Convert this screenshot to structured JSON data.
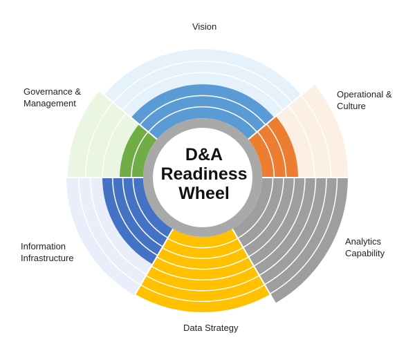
{
  "center": {
    "line1": "D&A",
    "line2": "Readiness",
    "line3": "Wheel"
  },
  "segments": [
    {
      "id": "vision",
      "label_lines": [
        "Vision"
      ],
      "inner_color": "#5B9BD5",
      "outer_color": "#E6F2FB"
    },
    {
      "id": "operational",
      "label_lines": [
        "Operational &",
        "Culture"
      ],
      "inner_color": "#ED7D31",
      "outer_color": "#FCEFE4"
    },
    {
      "id": "analytics",
      "label_lines": [
        "Analytics",
        "Capability"
      ],
      "inner_color": "#9E9E9E",
      "outer_color": "#9E9E9E"
    },
    {
      "id": "data-strategy",
      "label_lines": [
        "Data Strategy"
      ],
      "inner_color": "#FFC000",
      "outer_color": "#FFC000"
    },
    {
      "id": "information",
      "label_lines": [
        "Information",
        "Infrastructure"
      ],
      "inner_color": "#4472C4",
      "outer_color": "#E9EEFA"
    },
    {
      "id": "governance",
      "label_lines": [
        "Governance &",
        "Management"
      ],
      "inner_color": "#70AD47",
      "outer_color": "#EAF5E2"
    }
  ],
  "colors": {
    "hub_ring": "#A9A9A9",
    "hub_fill": "#FFFFFF",
    "ring_lines": "#FFFFFF"
  }
}
